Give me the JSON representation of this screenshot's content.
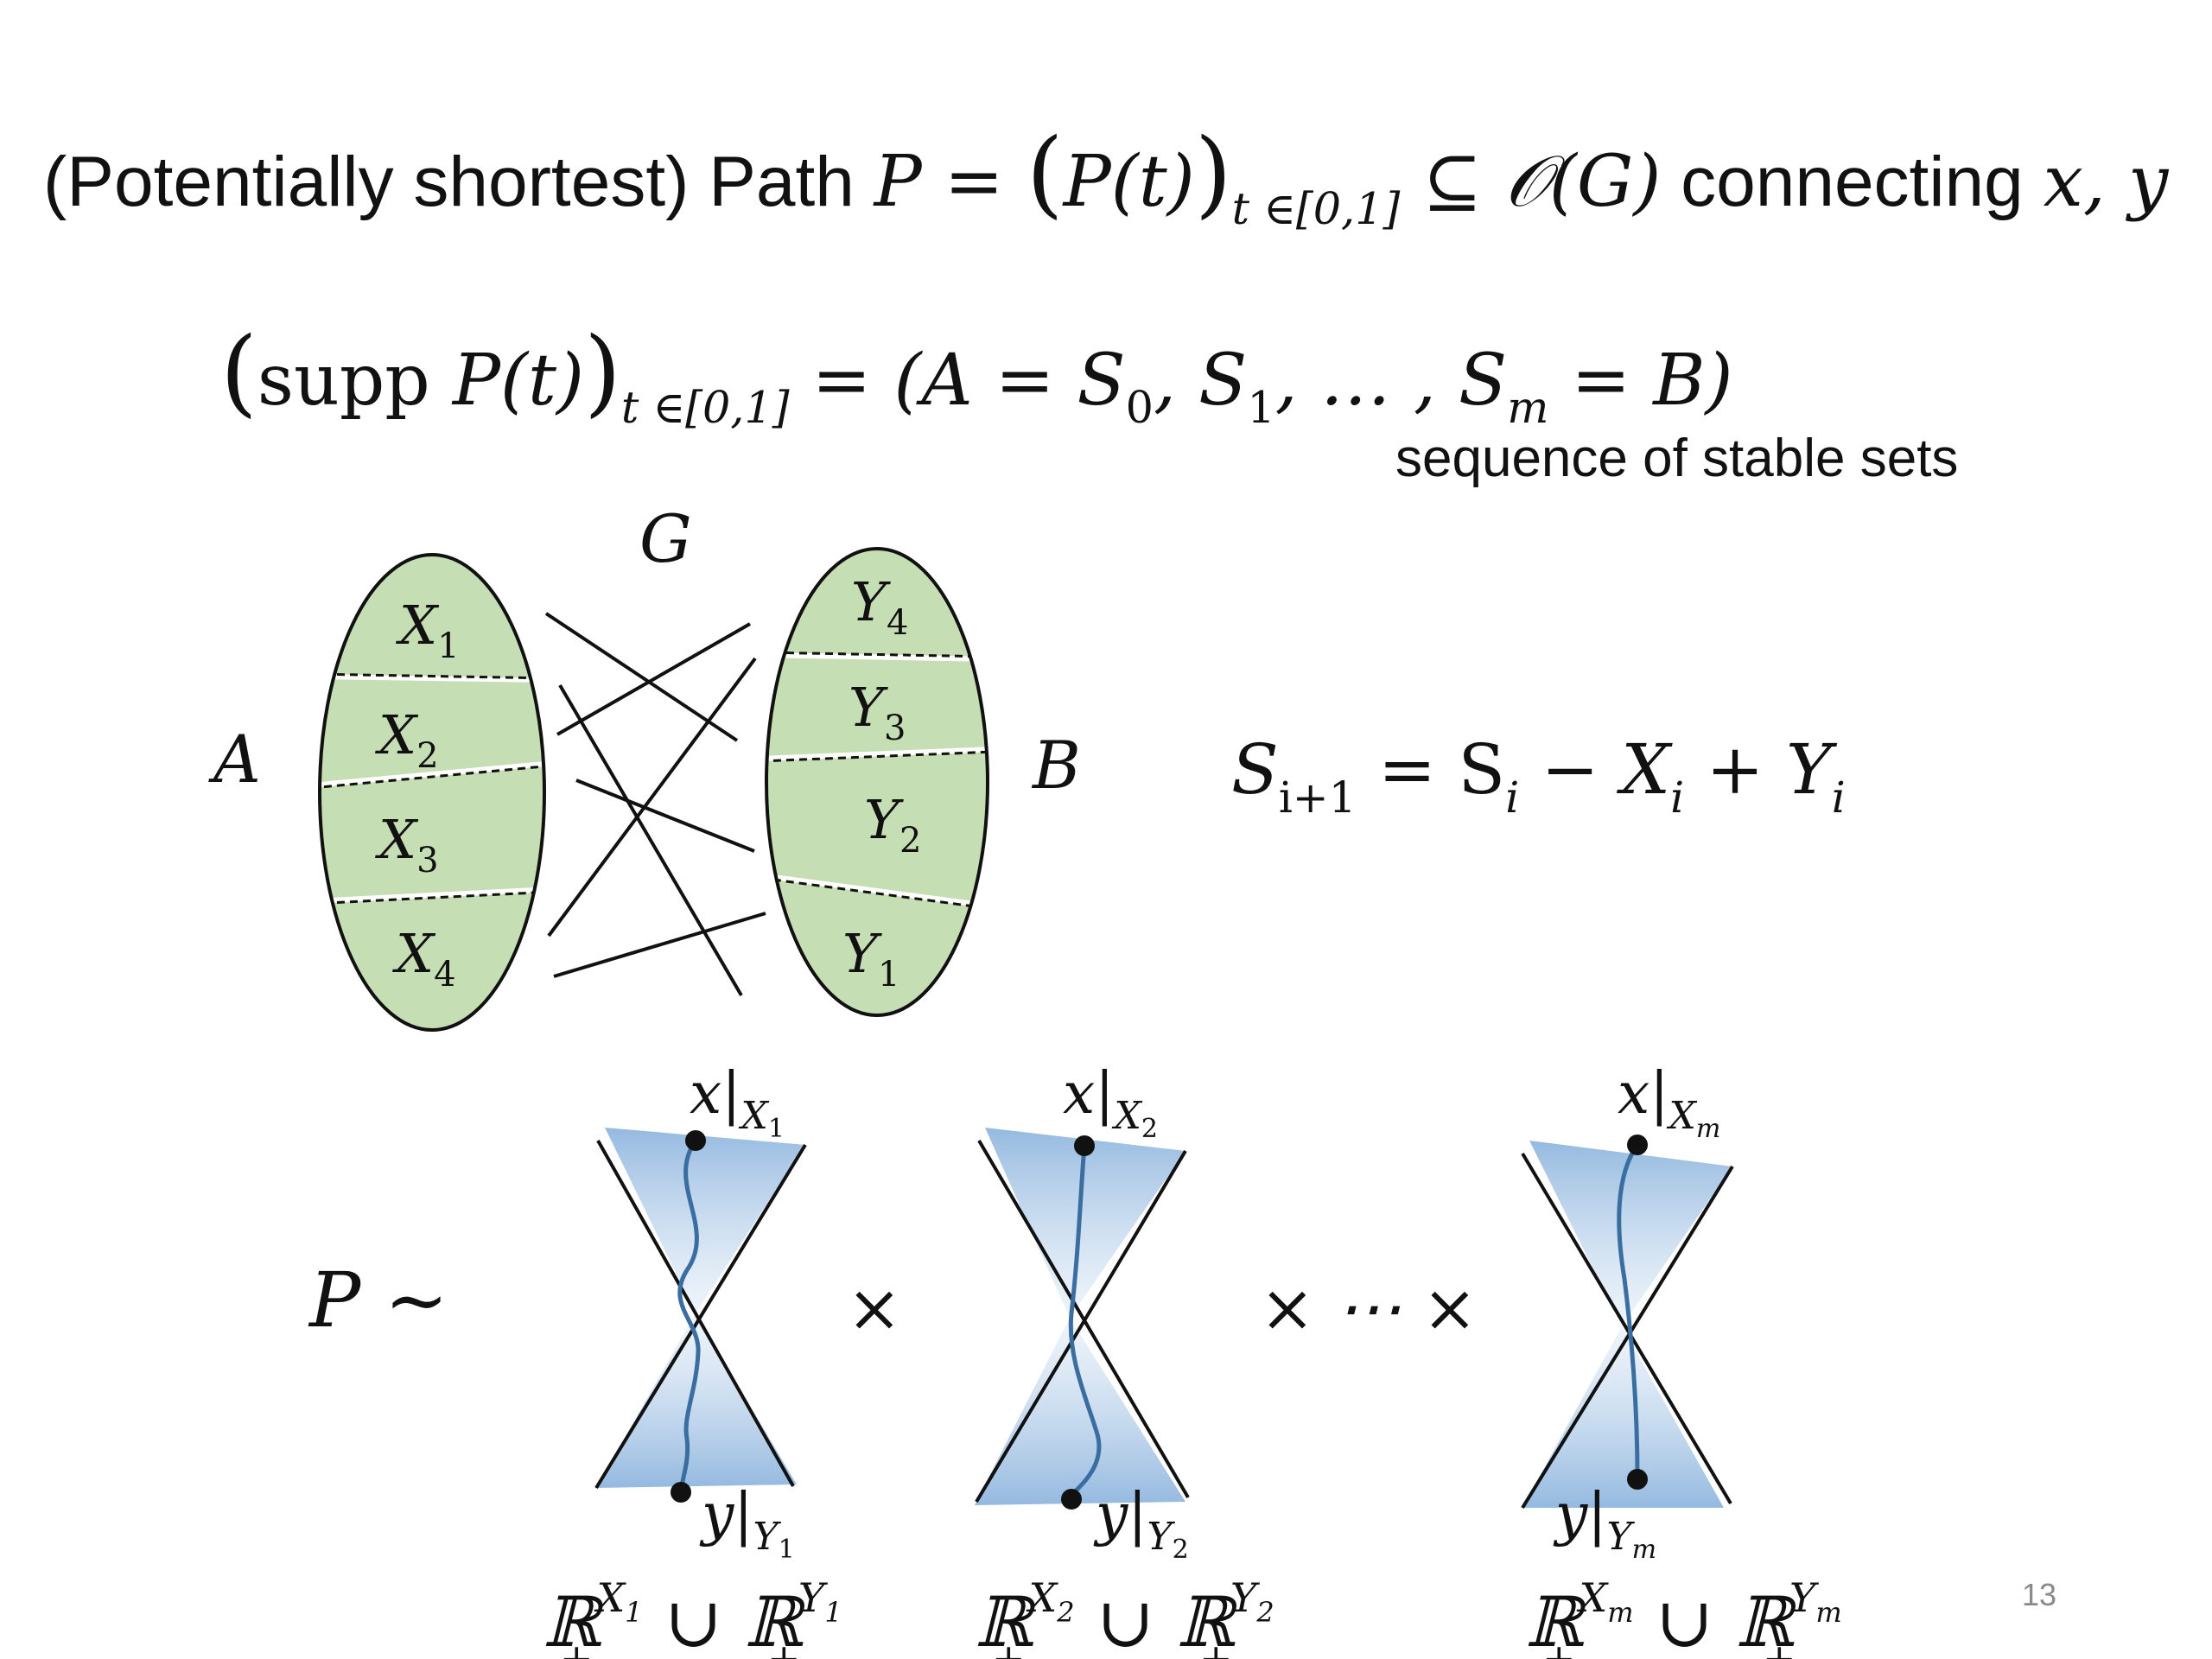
{
  "title": {
    "prefix": "(Potentially shortest) Path ",
    "P": "P",
    "eq": " = ",
    "lparen": "(",
    "Pt": "P(t)",
    "rparen": ")",
    "sub": "t ∈[0,1]",
    "subset": " ⊆ ",
    "OG": "𝒪(G)",
    "connecting": " connecting ",
    "xy": "x, y"
  },
  "supp_line": {
    "lparen": "(",
    "supp": "supp ",
    "Pt": "P(t)",
    "rparen": ")",
    "sub": "t ∈[0,1]",
    "rhs": " = (A = S",
    "s0": "0",
    "s1pre": ", S",
    "s1": "1",
    "dots": ", … , S",
    "sm": "m",
    "end": " = B)"
  },
  "stable_sets_caption": "sequence of stable sets",
  "graph": {
    "G_label": "G",
    "A_label": "A",
    "B_label": "B",
    "A_parts": [
      "X",
      "X",
      "X",
      "X"
    ],
    "A_indices": [
      "1",
      "2",
      "3",
      "4"
    ],
    "B_parts": [
      "Y",
      "Y",
      "Y",
      "Y"
    ],
    "B_indices": [
      "4",
      "3",
      "2",
      "1"
    ],
    "fill_color": "#c6deb4",
    "edge_color": "#111111"
  },
  "update_formula": {
    "S": "S",
    "i1": "i+1",
    "eq": " = S",
    "i": "i",
    "minus": " − X",
    "i2": "i",
    "plus": " + Y",
    "i3": "i"
  },
  "product": {
    "P_tilde": "P ~",
    "times1": "×",
    "times_dots": "× ⋯ ×",
    "cone_color": "#a9c8e6",
    "path_color": "#3a6ea0",
    "cones": [
      {
        "top": "x",
        "top_sub": "X",
        "top_sub_idx": "1",
        "bottom": "y",
        "bottom_sub": "Y",
        "bottom_sub_idx": "1",
        "space_X": "X",
        "space_X_idx": "1",
        "space_Y": "Y",
        "space_Y_idx": "1"
      },
      {
        "top": "x",
        "top_sub": "X",
        "top_sub_idx": "2",
        "bottom": "y",
        "bottom_sub": "Y",
        "bottom_sub_idx": "2",
        "space_X": "X",
        "space_X_idx": "2",
        "space_Y": "Y",
        "space_Y_idx": "2"
      },
      {
        "top": "x",
        "top_sub": "X",
        "top_sub_idx": "m",
        "bottom": "y",
        "bottom_sub": "Y",
        "bottom_sub_idx": "m",
        "space_X": "X",
        "space_X_idx": "m",
        "space_Y": "Y",
        "space_Y_idx": "m"
      }
    ],
    "R": "ℝ",
    "plus": "+",
    "cup": " ∪ "
  },
  "page_number": "13"
}
